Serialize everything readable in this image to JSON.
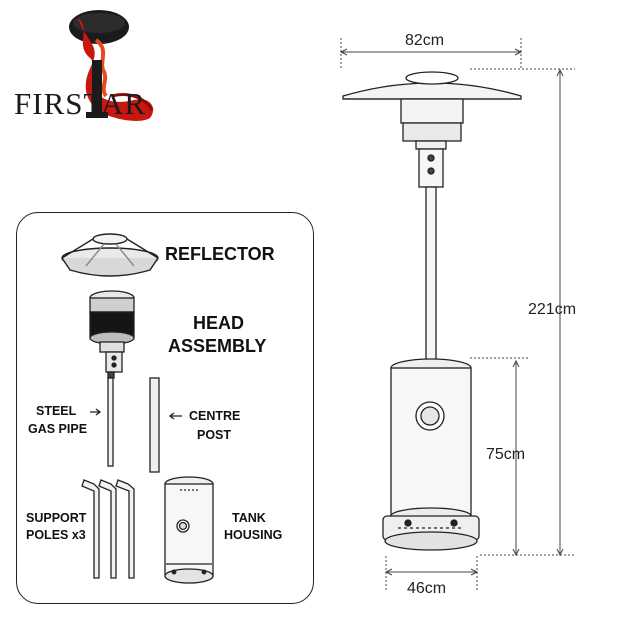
{
  "logo": {
    "text": "FIRSTAR",
    "icon": "flame-logo"
  },
  "parts": {
    "reflector": "REFLECTOR",
    "head_assembly_1": "HEAD",
    "head_assembly_2": "ASSEMBLY",
    "steel_gas_pipe_1": "STEEL",
    "steel_gas_pipe_2": "GAS PIPE",
    "centre_post_1": "CENTRE",
    "centre_post_2": "POST",
    "support_poles_1": "SUPPORT",
    "support_poles_2": "POLES x3",
    "tank_housing_1": "TANK",
    "tank_housing_2": "HOUSING"
  },
  "dimensions": {
    "width_top": "82cm",
    "height_total": "221cm",
    "height_base": "75cm",
    "width_base": "46cm"
  },
  "colors": {
    "flame": "#c8170f",
    "line": "#222222",
    "ink": "#111111"
  }
}
